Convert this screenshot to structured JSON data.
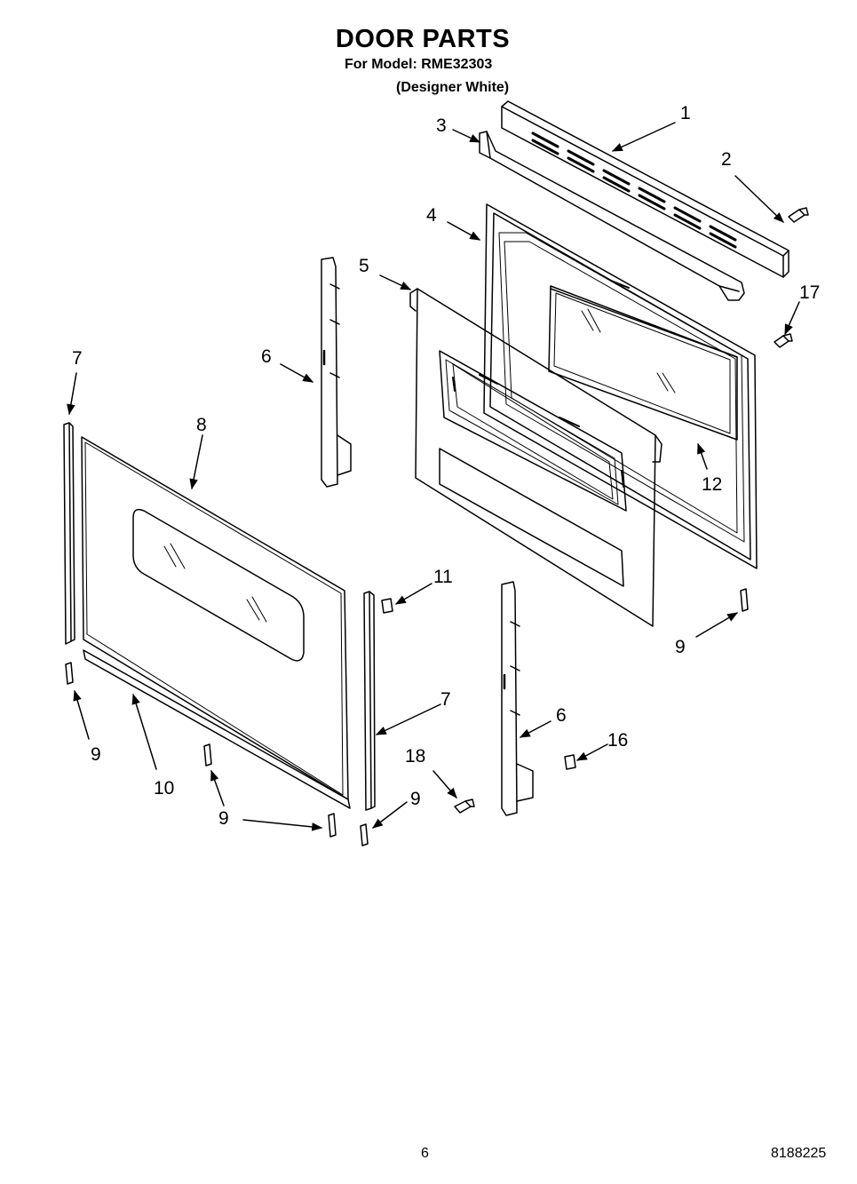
{
  "header": {
    "title": "DOOR PARTS",
    "model_line": "For Model: RME32303",
    "variant_line": "(Designer White)"
  },
  "callouts": [
    "1",
    "2",
    "3",
    "4",
    "5",
    "6",
    "7",
    "8",
    "9",
    "10",
    "11",
    "12",
    "16",
    "17",
    "18"
  ],
  "footer": {
    "page_number": "6",
    "document_number": "8188225"
  }
}
